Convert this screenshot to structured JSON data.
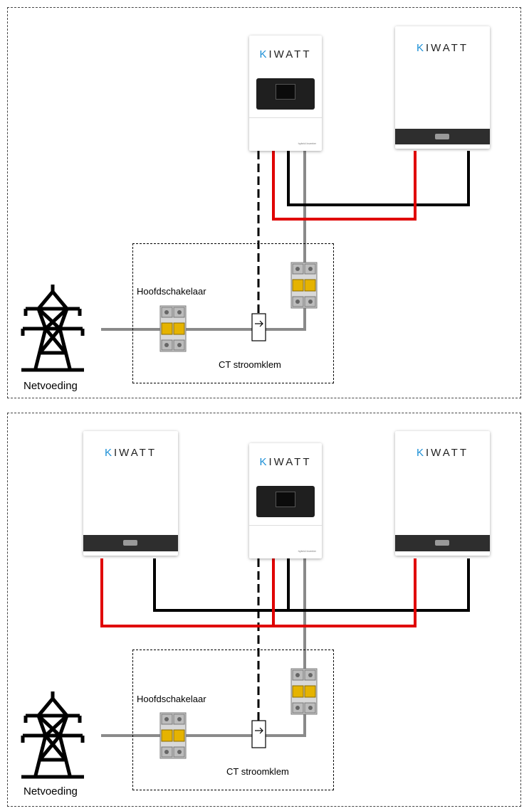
{
  "brand": {
    "k": "K",
    "rest": "IWATT"
  },
  "inverter_subtitle": "hybrid inverter",
  "labels": {
    "main_switch": "Hoofdschakelaar",
    "ct_clamp": "CT stroomklem",
    "grid": "Netvoeding"
  },
  "colors": {
    "positive": "#e00000",
    "negative": "#000000",
    "ac": "#8a8a8a"
  }
}
